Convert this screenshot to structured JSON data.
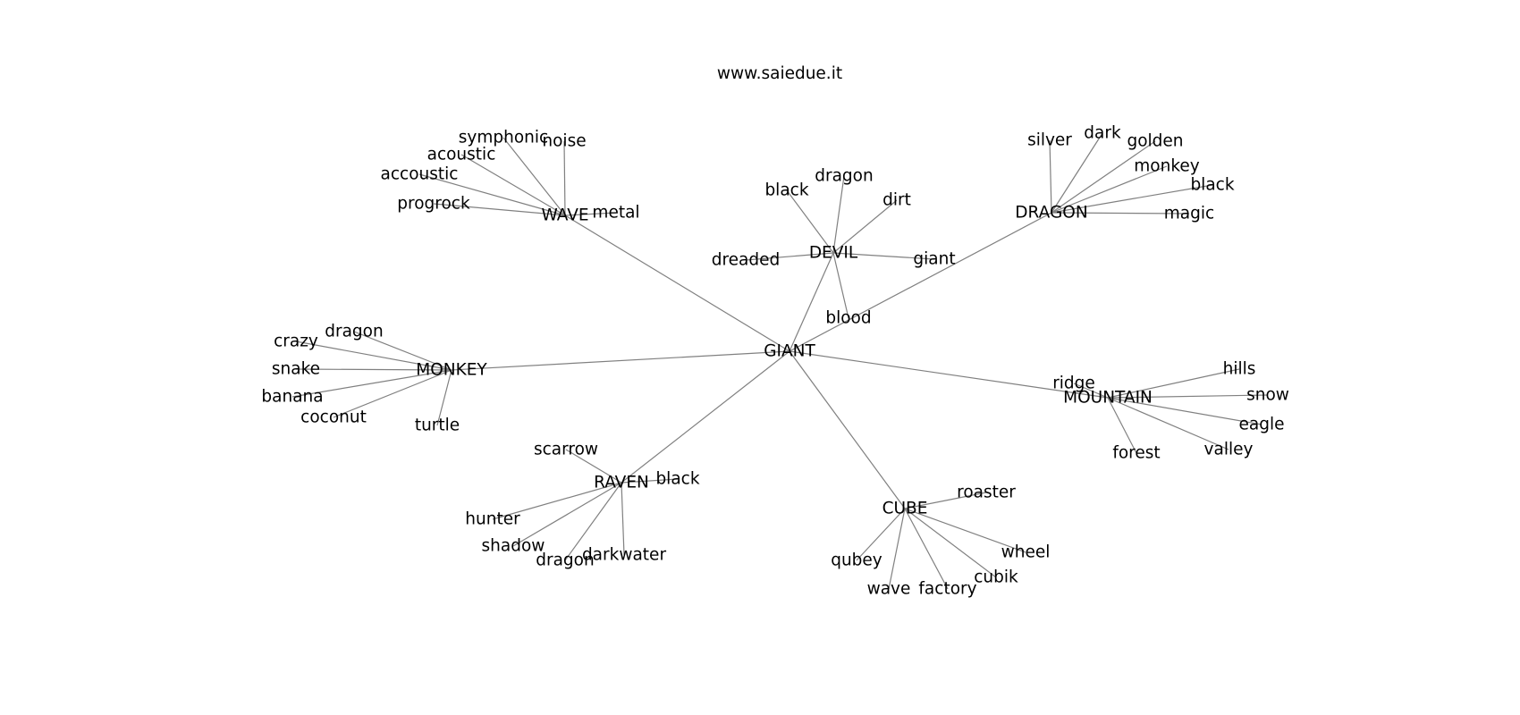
{
  "header": {
    "site": "www.saiedue.it"
  },
  "graph": {
    "center": "GIANT",
    "hubs": [
      {
        "id": "wave",
        "label": "WAVE",
        "leaves": [
          "symphonic",
          "noise",
          "acoustic",
          "accoustic",
          "progrock",
          "metal"
        ]
      },
      {
        "id": "devil",
        "label": "DEVIL",
        "leaves": [
          "black",
          "dragon",
          "dirt",
          "dreaded",
          "giant",
          "blood"
        ]
      },
      {
        "id": "dragon",
        "label": "DRAGON",
        "leaves": [
          "silver",
          "dark",
          "golden",
          "monkey",
          "black",
          "magic"
        ]
      },
      {
        "id": "monkey",
        "label": "MONKEY",
        "leaves": [
          "crazy",
          "dragon",
          "snake",
          "banana",
          "coconut",
          "turtle"
        ]
      },
      {
        "id": "mountain",
        "label": "MOUNTAIN",
        "leaves": [
          "ridge",
          "hills",
          "snow",
          "eagle",
          "valley",
          "forest"
        ]
      },
      {
        "id": "raven",
        "label": "RAVEN",
        "leaves": [
          "scarrow",
          "black",
          "hunter",
          "shadow",
          "dragon",
          "darkwater"
        ]
      },
      {
        "id": "cube",
        "label": "CUBE",
        "leaves": [
          "roaster",
          "wheel",
          "cubik",
          "factory",
          "wave",
          "qubey"
        ]
      }
    ]
  }
}
